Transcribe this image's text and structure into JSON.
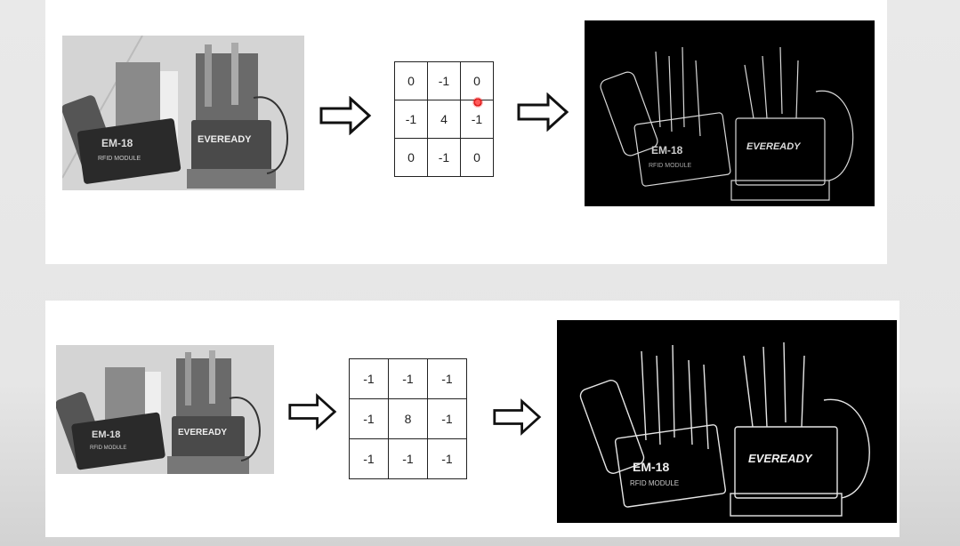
{
  "examples": [
    {
      "kernel": [
        [
          "0",
          "-1",
          "0"
        ],
        [
          "-1",
          "4",
          "-1"
        ],
        [
          "0",
          "-1",
          "0"
        ]
      ],
      "photo_label_left": "EM-18",
      "photo_label_left_sub": "RFID MODULE",
      "photo_label_right": "EVEREADY",
      "edge_label_left": "EM-18",
      "edge_label_left_sub": "RFID MODULE",
      "edge_label_right": "EVEREADY"
    },
    {
      "kernel": [
        [
          "-1",
          "-1",
          "-1"
        ],
        [
          "-1",
          "8",
          "-1"
        ],
        [
          "-1",
          "-1",
          "-1"
        ]
      ],
      "photo_label_left": "EM-18",
      "photo_label_left_sub": "RFID MODULE",
      "photo_label_right": "EVEREADY",
      "edge_label_left": "EM-18",
      "edge_label_left_sub": "RFID MODULE",
      "edge_label_right": "EVEREADY"
    }
  ],
  "icons": {
    "arrow": "hollow-right-arrow-icon",
    "cursor": "cursor-dot-icon"
  },
  "colors": {
    "cursor": "#e02020",
    "edge_background": "#000000",
    "panel": "#ffffff"
  }
}
